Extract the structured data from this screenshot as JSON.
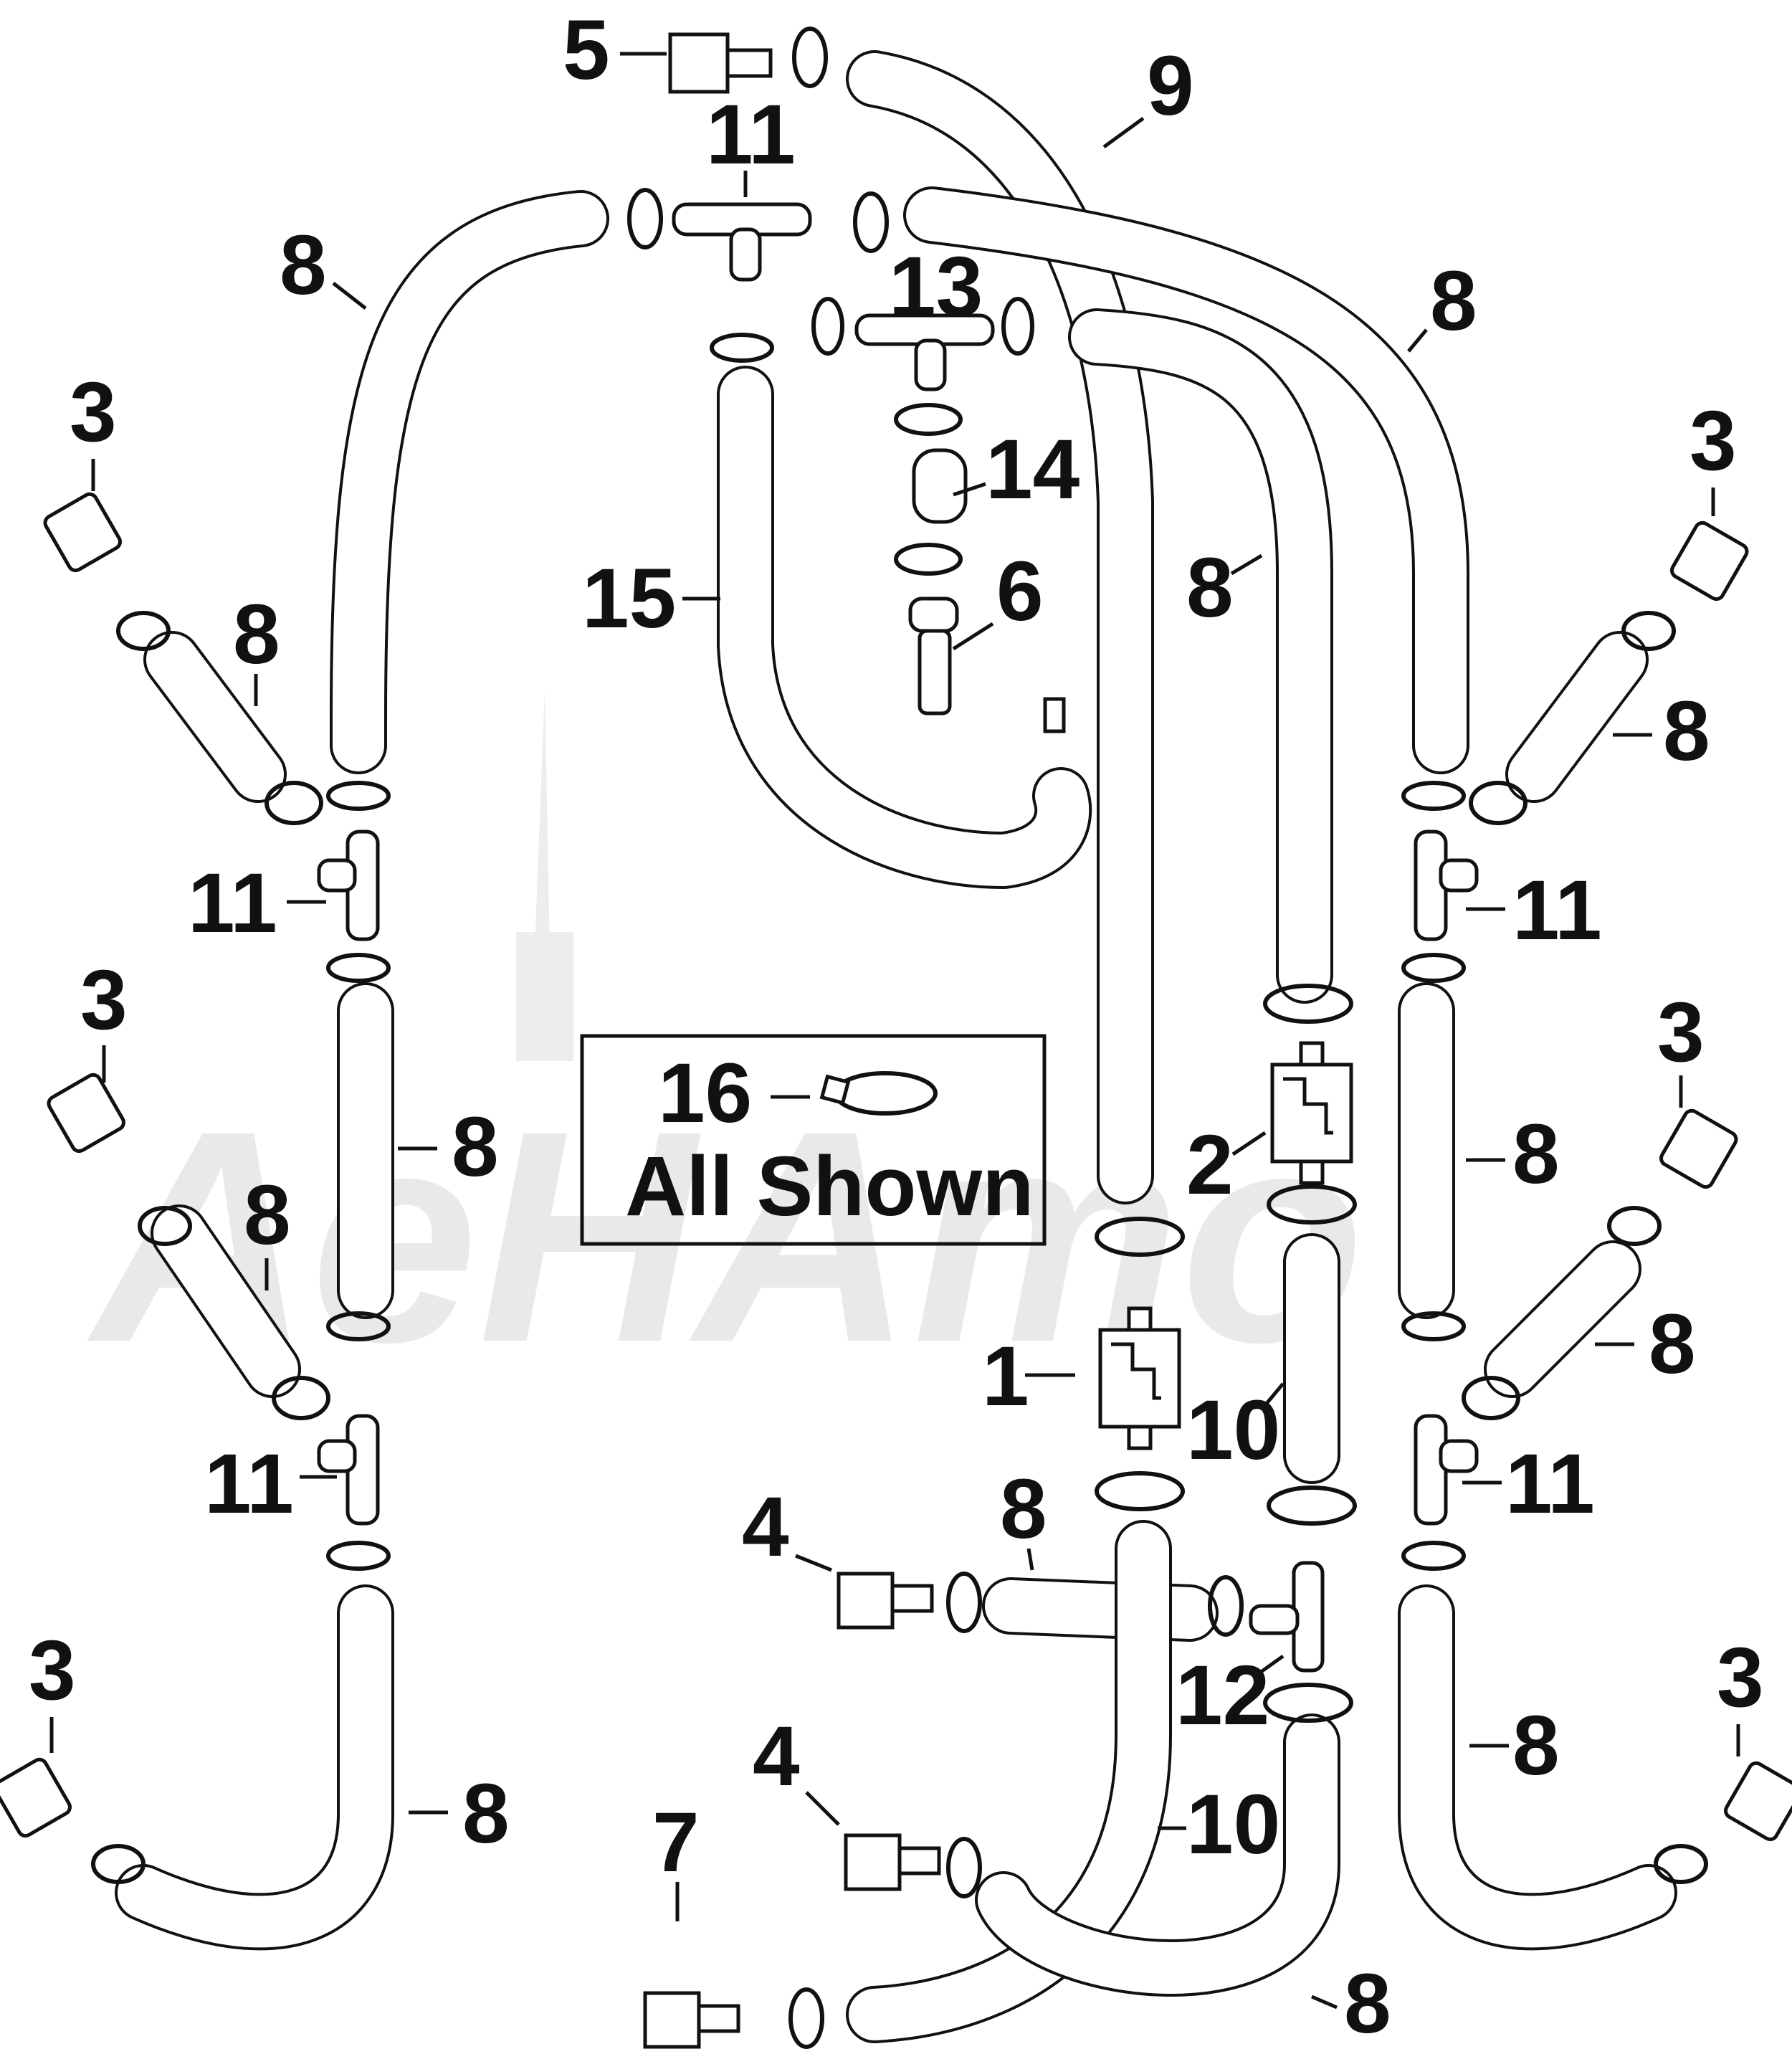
{
  "diagram": {
    "watermark_text": "AeHAmo",
    "legend": {
      "number": "16",
      "text": "All Shown"
    },
    "callouts": [
      {
        "id": "c5",
        "text": "5"
      },
      {
        "id": "c9",
        "text": "9"
      },
      {
        "id": "c11-top",
        "text": "11"
      },
      {
        "id": "c8-top-left",
        "text": "8"
      },
      {
        "id": "c13",
        "text": "13"
      },
      {
        "id": "c8-top-right",
        "text": "8"
      },
      {
        "id": "c3-left-1",
        "text": "3"
      },
      {
        "id": "c3-right-1",
        "text": "3"
      },
      {
        "id": "c14",
        "text": "14"
      },
      {
        "id": "c15",
        "text": "15"
      },
      {
        "id": "c6",
        "text": "6"
      },
      {
        "id": "c8-mid-right",
        "text": "8"
      },
      {
        "id": "c8-left-short-1",
        "text": "8"
      },
      {
        "id": "c8-right-short-1",
        "text": "8"
      },
      {
        "id": "c11-left-1",
        "text": "11"
      },
      {
        "id": "c11-right-1",
        "text": "11"
      },
      {
        "id": "c3-left-2",
        "text": "3"
      },
      {
        "id": "c3-right-2",
        "text": "3"
      },
      {
        "id": "c8-left-tube",
        "text": "8"
      },
      {
        "id": "c2",
        "text": "2"
      },
      {
        "id": "c8-right-tube",
        "text": "8"
      },
      {
        "id": "c8-left-short-2",
        "text": "8"
      },
      {
        "id": "c8-right-short-2",
        "text": "8"
      },
      {
        "id": "c1",
        "text": "1"
      },
      {
        "id": "c10-mid",
        "text": "10"
      },
      {
        "id": "c11-left-2",
        "text": "11"
      },
      {
        "id": "c11-right-2",
        "text": "11"
      },
      {
        "id": "c4-top",
        "text": "4"
      },
      {
        "id": "c8-center",
        "text": "8"
      },
      {
        "id": "c12",
        "text": "12"
      },
      {
        "id": "c3-left-3",
        "text": "3"
      },
      {
        "id": "c3-right-3",
        "text": "3"
      },
      {
        "id": "c8-left-bottom",
        "text": "8"
      },
      {
        "id": "c8-right-bottom",
        "text": "8"
      },
      {
        "id": "c4-bottom",
        "text": "4"
      },
      {
        "id": "c10-bottom",
        "text": "10"
      },
      {
        "id": "c7",
        "text": "7"
      },
      {
        "id": "c8-bottom-center",
        "text": "8"
      }
    ]
  }
}
